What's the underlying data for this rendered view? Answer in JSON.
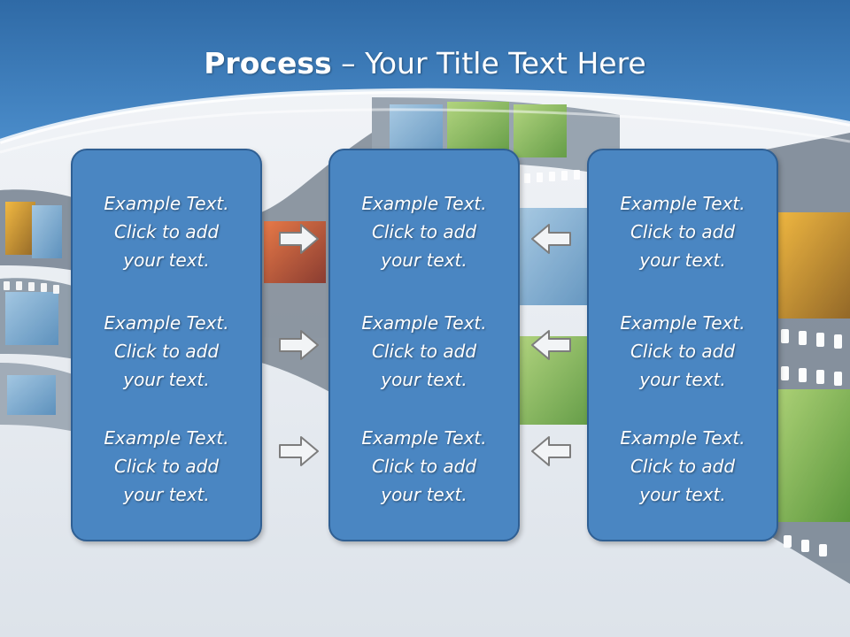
{
  "title": {
    "bold": "Process",
    "dash": " – ",
    "rest": "Your Title Text Here"
  },
  "colors": {
    "header_blue": "#3b78b6",
    "panel_fill": "#4a86c2",
    "panel_border": "#2f5f93",
    "text": "#ffffff"
  },
  "columns": [
    {
      "blocks": [
        {
          "line1": "Example Text.",
          "line2": "Click  to add",
          "line3": "your text."
        },
        {
          "line1": "Example Text.",
          "line2": "Click  to add",
          "line3": "your text."
        },
        {
          "line1": "Example Text.",
          "line2": "Click  to add",
          "line3": "your text."
        }
      ]
    },
    {
      "blocks": [
        {
          "line1": "Example Text.",
          "line2": "Click  to add",
          "line3": "your text."
        },
        {
          "line1": "Example Text.",
          "line2": "Click  to add",
          "line3": "your text."
        },
        {
          "line1": "Example Text.",
          "line2": "Click  to add",
          "line3": "your text."
        }
      ]
    },
    {
      "blocks": [
        {
          "line1": "Example Text.",
          "line2": "Click  to add",
          "line3": "your text."
        },
        {
          "line1": "Example Text.",
          "line2": "Click  to add",
          "line3": "your text."
        },
        {
          "line1": "Example Text.",
          "line2": "Click  to add",
          "line3": "your text."
        }
      ]
    }
  ],
  "arrows": {
    "left_group": "arrow-right-icon",
    "right_group": "arrow-left-icon"
  }
}
